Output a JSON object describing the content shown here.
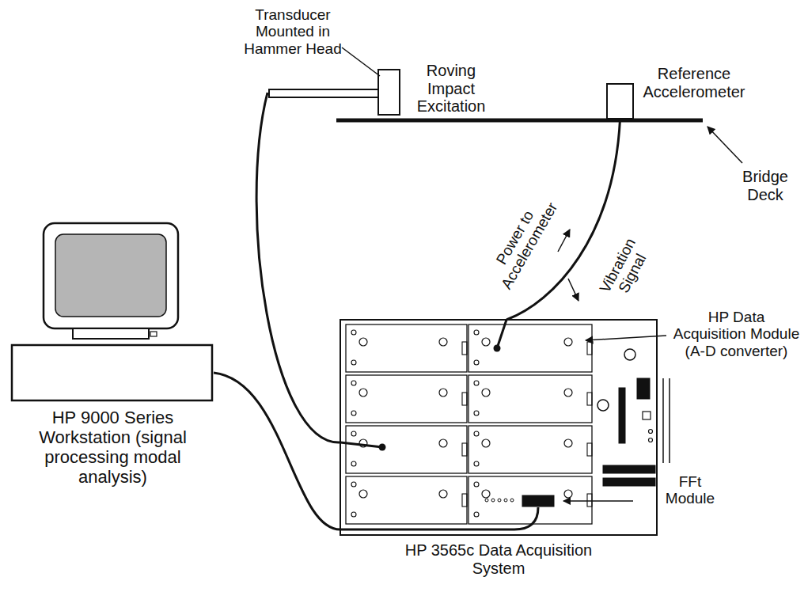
{
  "diagram": {
    "nodes": [
      {
        "text": [
          "Roving Impact Excitation"
        ]
      },
      {
        "text": [
          "Reference Accelerometer"
        ]
      },
      {
        "text": [
          "HP 9000 Series Workstation (signal processing modal analysis)"
        ]
      },
      {
        "text": [
          "HP 3565c Data Acquisition System"
        ]
      }
    ],
    "edges": [
      {
        "from": 0,
        "to": 3,
        "arrow": "none"
      },
      {
        "from": 1,
        "to": 3,
        "arrow": "none"
      },
      {
        "from": 2,
        "to": 3,
        "arrow": "none"
      }
    ],
    "labels": [
      "Transducer Mounted in Hammer Head",
      "Bridge Deck",
      "Power to Accelerometer",
      "Vibration Signal",
      "HP Data Acquisition Module (A-D converter)",
      "FFt Module"
    ]
  }
}
